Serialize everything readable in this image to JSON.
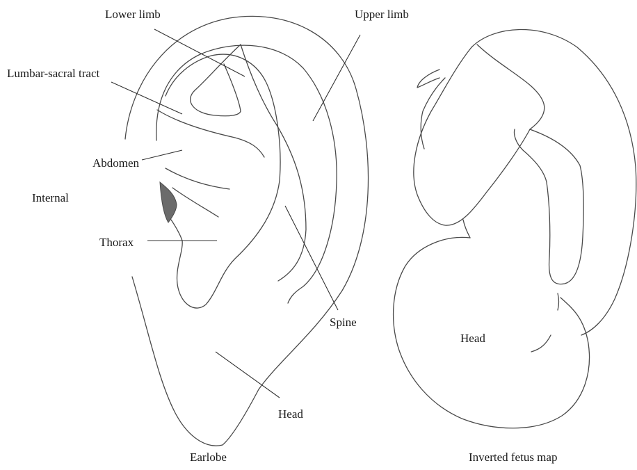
{
  "colors": {
    "line": "#4a4a4a",
    "fill_zone": "#6b6b6b",
    "text": "#1a1a1a"
  },
  "ear_labels": {
    "lower_limb": "Lower limb",
    "upper_limb": "Upper limb",
    "lumbar_sacral": "Lumbar-sacral tract",
    "abdomen": "Abdomen",
    "internal": "Internal",
    "thorax": "Thorax",
    "spine": "Spine",
    "head": "Head"
  },
  "captions": {
    "earlobe": "Earlobe",
    "fetus_map": "Inverted fetus map"
  },
  "fetus_labels": {
    "head": "Head"
  }
}
